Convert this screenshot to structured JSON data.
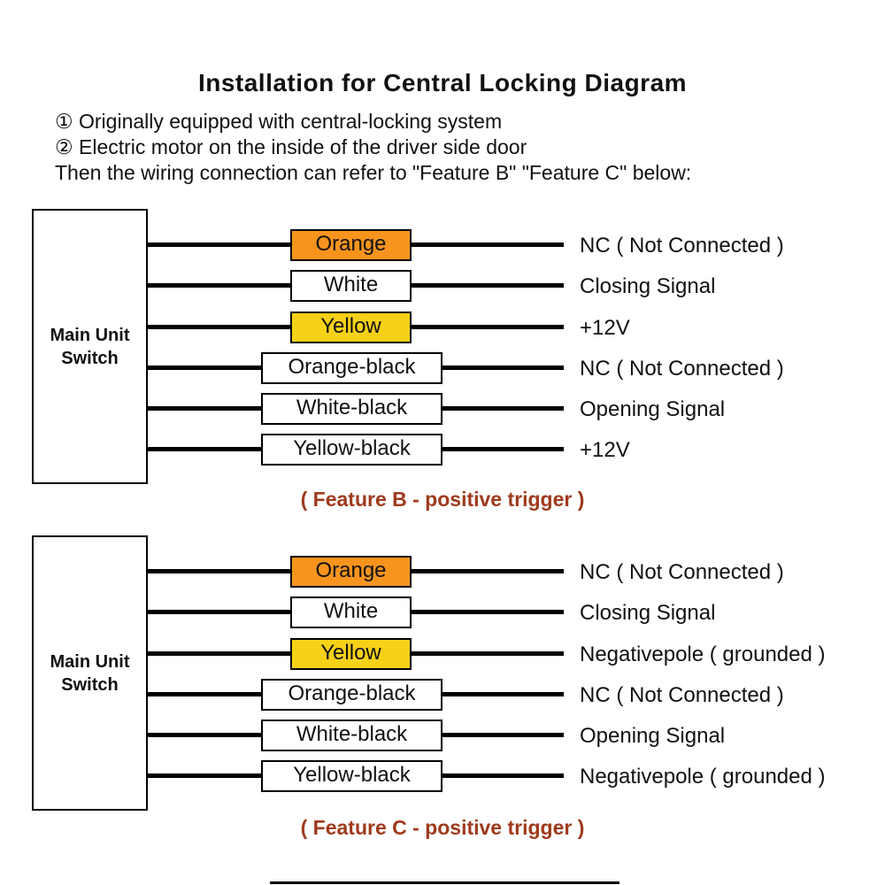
{
  "title": "Installation for Central Locking Diagram",
  "notes": {
    "line1": "① Originally equipped with central-locking system",
    "line2": "② Electric motor on the inside of the driver side door",
    "line3": "Then the wiring connection can refer to \"Feature B\" \"Feature C\" below:"
  },
  "colors": {
    "orange_fill": "#F7941E",
    "yellow_fill": "#F7D117",
    "white_fill": "#FFFFFF",
    "wire": "#000000",
    "caption_text": "#9E3A1C"
  },
  "diagrams": [
    {
      "source_line1": "Main Unit",
      "source_line2": "Switch",
      "caption": "( Feature B - positive trigger )",
      "rows": [
        {
          "wire": "Orange",
          "fill": "#F7941E",
          "signal": "NC ( Not Connected )"
        },
        {
          "wire": "White",
          "fill": "#FFFFFF",
          "signal": "Closing Signal"
        },
        {
          "wire": "Yellow",
          "fill": "#F7D117",
          "signal": "+12V"
        },
        {
          "wire": "Orange-black",
          "fill": "#FFFFFF",
          "signal": "NC ( Not Connected )"
        },
        {
          "wire": "White-black",
          "fill": "#FFFFFF",
          "signal": "Opening Signal"
        },
        {
          "wire": "Yellow-black",
          "fill": "#FFFFFF",
          "signal": "+12V"
        }
      ]
    },
    {
      "source_line1": "Main Unit",
      "source_line2": "Switch",
      "caption": "( Feature C - positive trigger )",
      "rows": [
        {
          "wire": "Orange",
          "fill": "#F7941E",
          "signal": "NC ( Not Connected )"
        },
        {
          "wire": "White",
          "fill": "#FFFFFF",
          "signal": "Closing Signal"
        },
        {
          "wire": "Yellow",
          "fill": "#F7D117",
          "signal": "Negativepole ( grounded )"
        },
        {
          "wire": "Orange-black",
          "fill": "#FFFFFF",
          "signal": "NC ( Not Connected )"
        },
        {
          "wire": "White-black",
          "fill": "#FFFFFF",
          "signal": "Opening Signal"
        },
        {
          "wire": "Yellow-black",
          "fill": "#FFFFFF",
          "signal": "Negativepole ( grounded )"
        }
      ]
    }
  ]
}
